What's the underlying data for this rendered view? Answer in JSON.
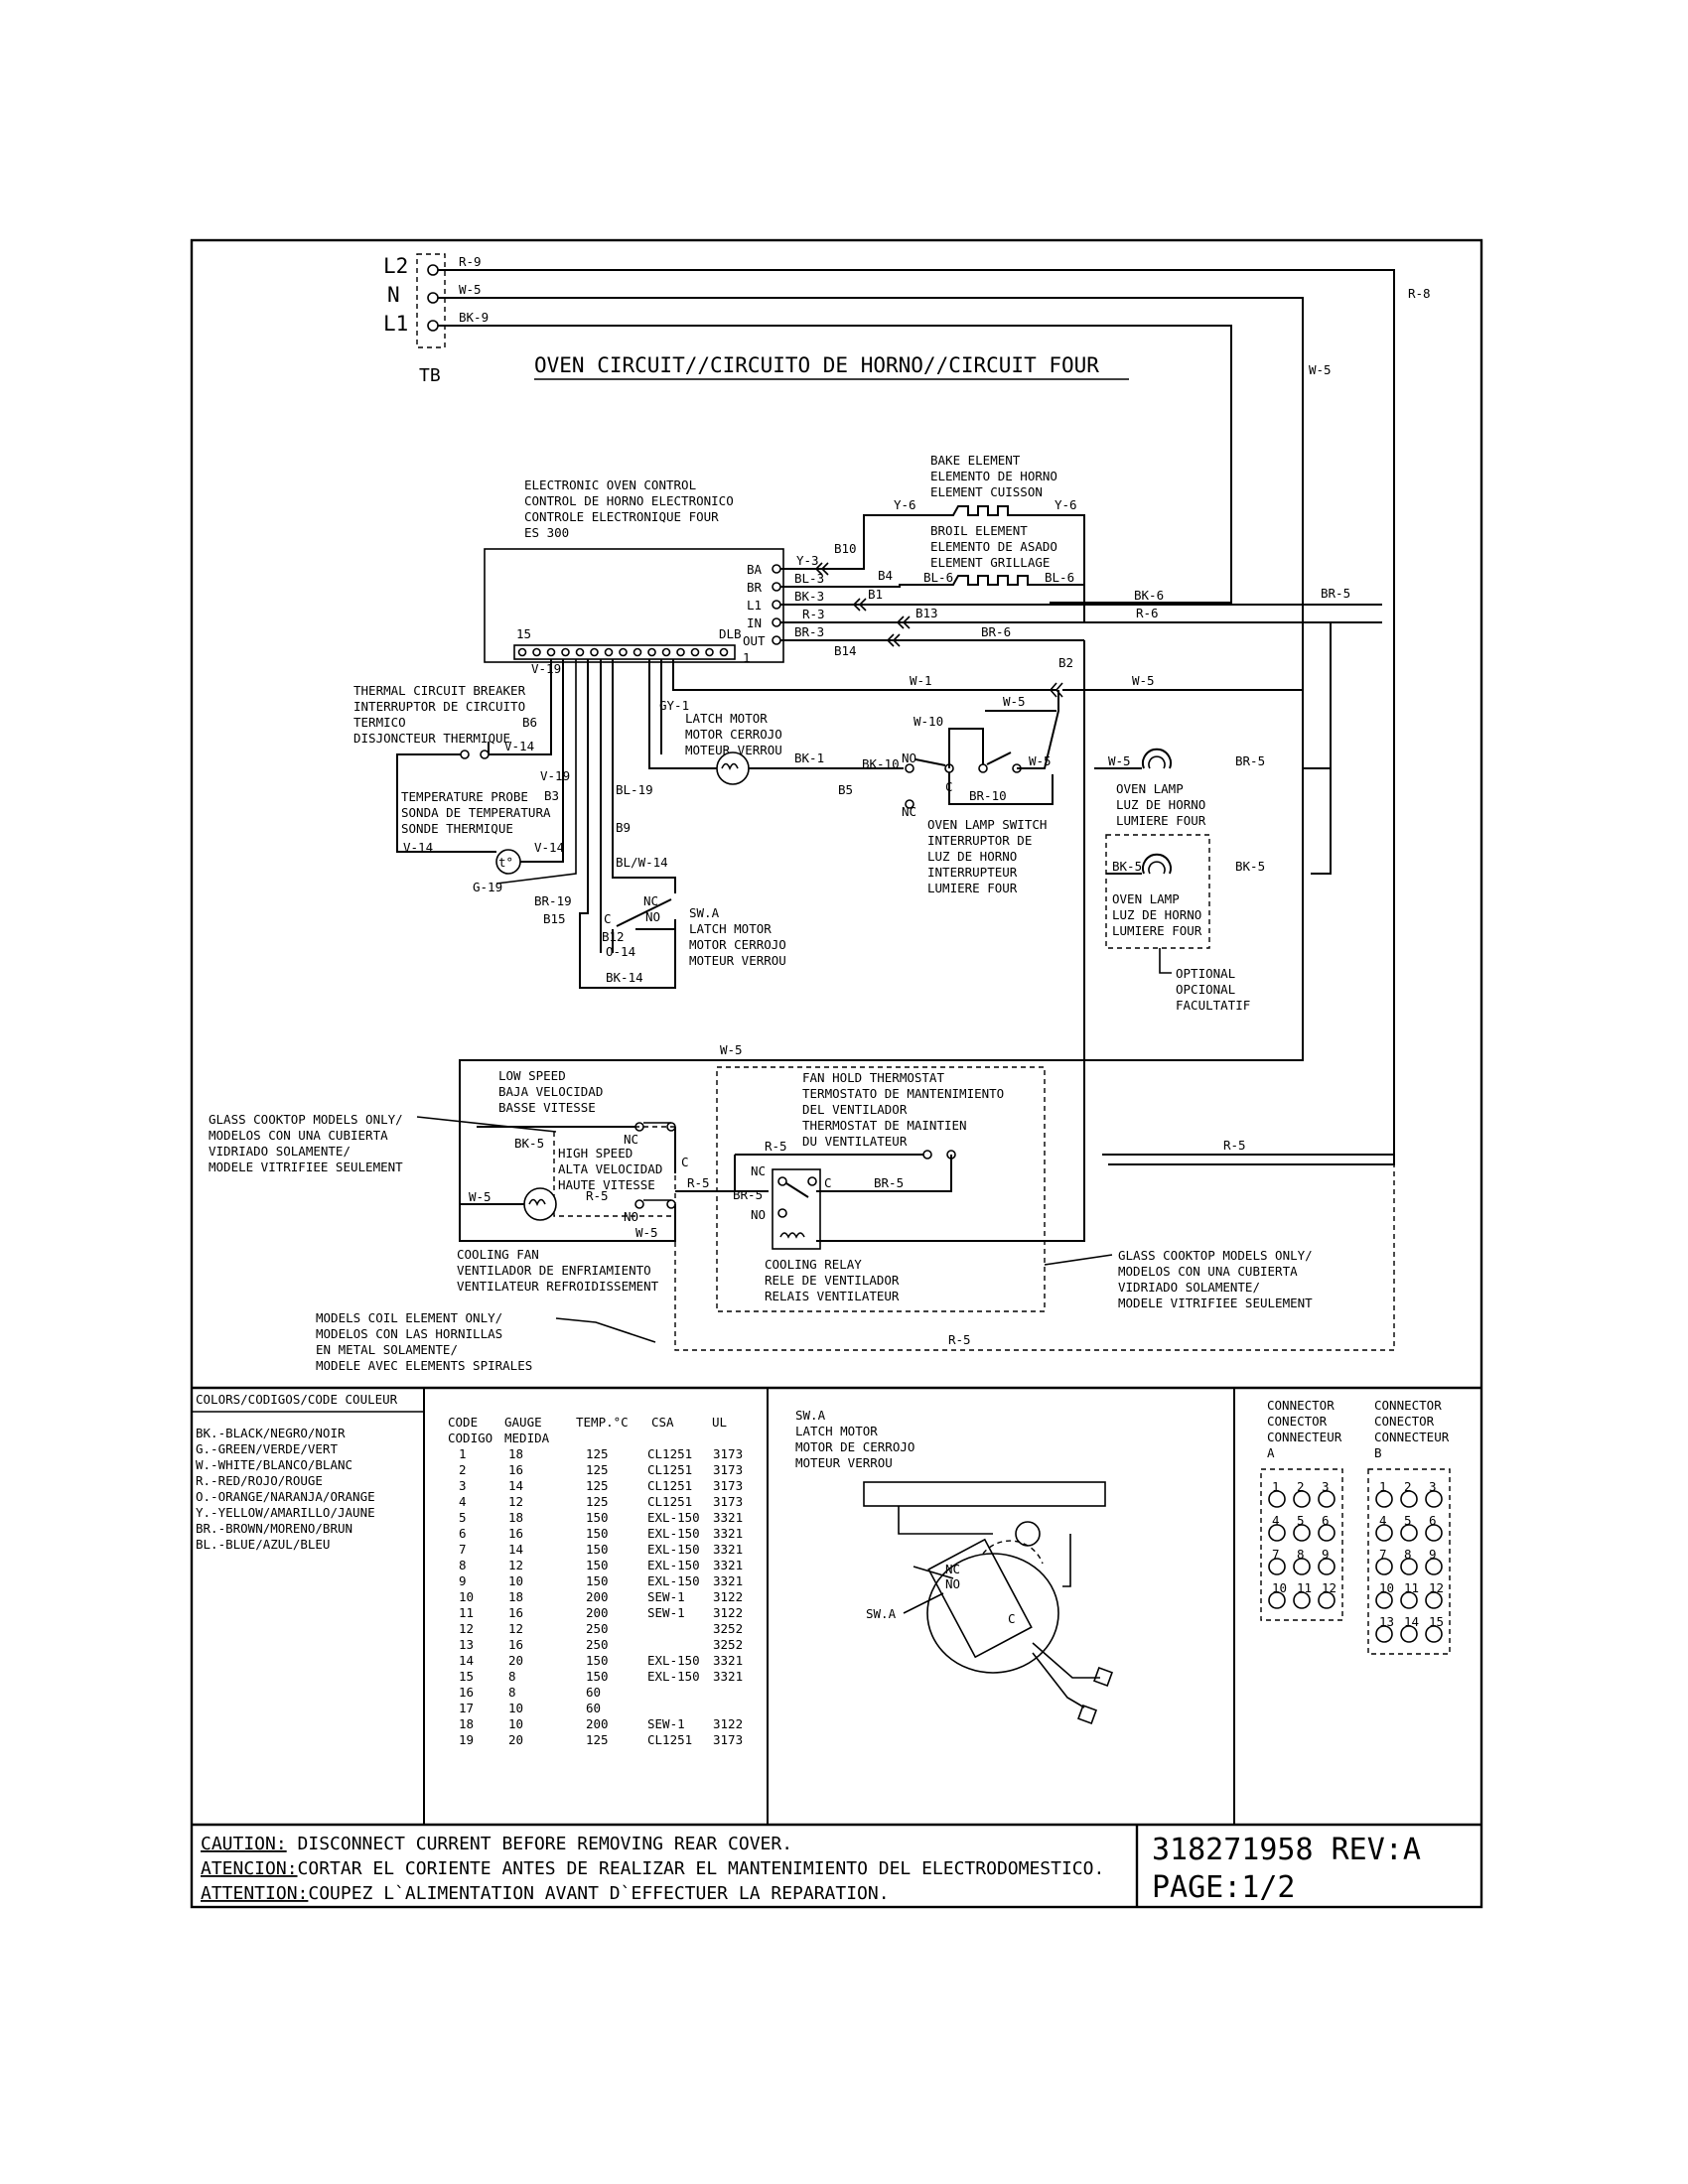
{
  "terminal_block": {
    "l2": "L2",
    "n": "N",
    "l1": "L1",
    "tb": "TB"
  },
  "title": "OVEN CIRCUIT//CIRCUITO DE HORNO//CIRCUIT FOUR",
  "wires": {
    "r9": "R-9",
    "w5": "W-5",
    "bk9": "BK-9",
    "r8": "R-8",
    "bk6": "BK-6",
    "r6": "R-6",
    "br5": "BR-5",
    "br6": "BR-6",
    "y3": "Y-3",
    "bl3": "BL-3",
    "bk3": "BK-3",
    "r3": "R-3",
    "br3": "BR-3",
    "y6": "Y-6",
    "bl6": "BL-6",
    "v19": "V-19",
    "v14": "V-14",
    "gy1": "GY-1",
    "w1": "W-1",
    "w10": "W-10",
    "bk1": "BK-1",
    "bk10": "BK-10",
    "br10": "BR-10",
    "bl19": "BL-19",
    "blw14": "BL/W-14",
    "br19": "BR-19",
    "g19": "G-19",
    "o14": "O-14",
    "bk14": "BK-14",
    "bk5": "BK-5",
    "r5": "R-5"
  },
  "connectors": {
    "b10": "B10",
    "b4": "B4",
    "b1": "B1",
    "b13": "B13",
    "b14": "B14",
    "b2": "B2",
    "b6": "B6",
    "b3": "B3",
    "b9": "B9",
    "b5": "B5",
    "b12": "B12",
    "b15": "B15"
  },
  "control": {
    "label": [
      "ELECTRONIC OVEN CONTROL",
      "CONTROL DE HORNO ELECTRONICO",
      "CONTROLE ELECTRONIQUE FOUR",
      "ES 300"
    ],
    "pins": [
      "BA",
      "BR",
      "L1",
      "IN",
      "OUT"
    ],
    "pin15": "15",
    "pin1": "1",
    "dlb": "DLB"
  },
  "bake": [
    "BAKE ELEMENT",
    "ELEMENTO DE HORNO",
    "ELEMENT CUISSON"
  ],
  "broil": [
    "BROIL ELEMENT",
    "ELEMENTO DE ASADO",
    "ELEMENT GRILLAGE"
  ],
  "breaker": [
    "THERMAL CIRCUIT BREAKER",
    "INTERRUPTOR DE CIRCUITO",
    "TERMICO",
    "DISJONCTEUR THERMIQUE"
  ],
  "probe": [
    "TEMPERATURE PROBE",
    "SONDA DE TEMPERATURA",
    "SONDE THERMIQUE"
  ],
  "probe_symbol": "t°",
  "latch": [
    "LATCH MOTOR",
    "MOTOR CERROJO",
    "MOTEUR VERROU"
  ],
  "swa": [
    "SW.A",
    "LATCH MOTOR",
    "MOTOR CERROJO",
    "MOTEUR VERROU"
  ],
  "lamp_switch": [
    "OVEN LAMP SWITCH",
    "INTERRUPTOR DE",
    "LUZ DE HORNO",
    "INTERRUPTEUR",
    "LUMIERE FOUR"
  ],
  "lamp": [
    "OVEN LAMP",
    "LUZ DE HORNO",
    "LUMIERE FOUR"
  ],
  "optional": [
    "OPTIONAL",
    "OPCIONAL",
    "FACULTATIF"
  ],
  "contacts": {
    "nc": "NC",
    "no": "NO",
    "c": "C"
  },
  "low_speed": [
    "LOW SPEED",
    "BAJA VELOCIDAD",
    "BASSE VITESSE"
  ],
  "high_speed": [
    "HIGH SPEED",
    "ALTA VELOCIDAD",
    "HAUTE VITESSE"
  ],
  "fan_thermostat": [
    "FAN HOLD THERMOSTAT",
    "TERMOSTATO DE MANTENIMIENTO",
    "DEL VENTILADOR",
    "THERMOSTAT DE MAINTIEN",
    "DU VENTILATEUR"
  ],
  "glass_left": [
    "GLASS COOKTOP MODELS ONLY/",
    "MODELOS CON UNA CUBIERTA",
    "VIDRIADO SOLAMENTE/",
    "MODELE VITRIFIEE SEULEMENT"
  ],
  "glass_right": [
    "GLASS COOKTOP MODELS ONLY/",
    "MODELOS CON UNA CUBIERTA",
    "VIDRIADO SOLAMENTE/",
    "MODELE VITRIFIEE SEULEMENT"
  ],
  "cooling_fan": [
    "COOLING FAN",
    "VENTILADOR DE ENFRIAMIENTO",
    "VENTILATEUR REFROIDISSEMENT"
  ],
  "cooling_relay": [
    "COOLING RELAY",
    "RELE DE VENTILADOR",
    "RELAIS VENTILATEUR"
  ],
  "coil_models": [
    "MODELS COIL ELEMENT ONLY/",
    "MODELOS CON LAS HORNILLAS",
    "EN METAL SOLAMENTE/",
    "MODELE AVEC ELEMENTS SPIRALES"
  ],
  "colors": {
    "title": "COLORS/CODIGOS/CODE COULEUR",
    "items": [
      "BK.-BLACK/NEGRO/NOIR",
      "G.-GREEN/VERDE/VERT",
      "W.-WHITE/BLANCO/BLANC",
      "R.-RED/ROJO/ROUGE",
      "O.-ORANGE/NARANJA/ORANGE",
      "Y.-YELLOW/AMARILLO/JAUNE",
      "BR.-BROWN/MORENO/BRUN",
      "BL.-BLUE/AZUL/BLEU"
    ]
  },
  "gauge_table": {
    "headers": [
      "CODE",
      "GAUGE",
      "TEMP.°C",
      "CSA",
      "UL"
    ],
    "headers2": [
      "CODIGO",
      "MEDIDA"
    ],
    "rows": [
      [
        "1",
        "18",
        "125",
        "CL1251",
        "3173"
      ],
      [
        "2",
        "16",
        "125",
        "CL1251",
        "3173"
      ],
      [
        "3",
        "14",
        "125",
        "CL1251",
        "3173"
      ],
      [
        "4",
        "12",
        "125",
        "CL1251",
        "3173"
      ],
      [
        "5",
        "18",
        "150",
        "EXL-150",
        "3321"
      ],
      [
        "6",
        "16",
        "150",
        "EXL-150",
        "3321"
      ],
      [
        "7",
        "14",
        "150",
        "EXL-150",
        "3321"
      ],
      [
        "8",
        "12",
        "150",
        "EXL-150",
        "3321"
      ],
      [
        "9",
        "10",
        "150",
        "EXL-150",
        "3321"
      ],
      [
        "10",
        "18",
        "200",
        "SEW-1",
        "3122"
      ],
      [
        "11",
        "16",
        "200",
        "SEW-1",
        "3122"
      ],
      [
        "12",
        "12",
        "250",
        "",
        "3252"
      ],
      [
        "13",
        "16",
        "250",
        "",
        "3252"
      ],
      [
        "14",
        "20",
        "150",
        "EXL-150",
        "3321"
      ],
      [
        "15",
        "8",
        "150",
        "EXL-150",
        "3321"
      ],
      [
        "16",
        "8",
        "60",
        "",
        ""
      ],
      [
        "17",
        "10",
        "60",
        "",
        ""
      ],
      [
        "18",
        "10",
        "200",
        "SEW-1",
        "3122"
      ],
      [
        "19",
        "20",
        "125",
        "CL1251",
        "3173"
      ]
    ]
  },
  "swa_detail": {
    "label": [
      "SW.A",
      "LATCH MOTOR",
      "MOTOR DE CERROJO",
      "MOTEUR VERROU"
    ],
    "tag": "SW.A"
  },
  "connector_a": {
    "label": [
      "CONNECTOR",
      "CONECTOR",
      "CONNECTEUR",
      "A"
    ],
    "pins": [
      "1",
      "2",
      "3",
      "4",
      "5",
      "6",
      "7",
      "8",
      "9",
      "10",
      "11",
      "12"
    ]
  },
  "connector_b": {
    "label": [
      "CONNECTOR",
      "CONECTOR",
      "CONNECTEUR",
      "B"
    ],
    "pins": [
      "1",
      "2",
      "3",
      "4",
      "5",
      "6",
      "7",
      "8",
      "9",
      "10",
      "11",
      "12",
      "13",
      "14",
      "15"
    ]
  },
  "caution": [
    {
      "key": "CAUTION:",
      "text": " DISCONNECT CURRENT BEFORE REMOVING REAR COVER."
    },
    {
      "key": "ATENCION:",
      "text": "CORTAR EL CORIENTE ANTES DE REALIZAR EL MANTENIMIENTO DEL ELECTRODOMESTICO."
    },
    {
      "key": "ATTENTION:",
      "text": "COUPEZ L`ALIMENTATION AVANT D`EFFECTUER LA REPARATION."
    }
  ],
  "part_number": "318271958 REV:A",
  "page": "PAGE:1/2"
}
